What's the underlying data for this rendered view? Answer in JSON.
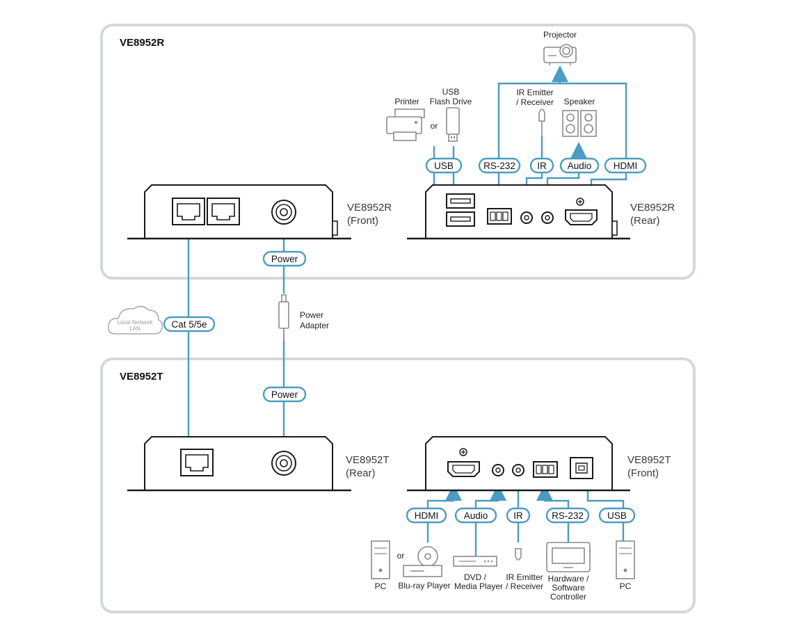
{
  "panels": {
    "receiver_title": "VE8952R",
    "transmitter_title": "VE8952T"
  },
  "device_labels": {
    "r_front_1": "VE8952R",
    "r_front_2": "(Front)",
    "r_rear_1": "VE8952R",
    "r_rear_2": "(Rear)",
    "t_rear_1": "VE8952T",
    "t_rear_2": "(Rear)",
    "t_front_1": "VE8952T",
    "t_front_2": "(Front)"
  },
  "pills": {
    "usb_top": "USB",
    "rs232_top": "RS-232",
    "ir_top": "IR",
    "audio_top": "Audio",
    "hdmi_top": "HDMI",
    "power_top": "Power",
    "cat": "Cat 5/5e",
    "power_bottom": "Power",
    "hdmi_bottom": "HDMI",
    "audio_bottom": "Audio",
    "ir_bottom": "IR",
    "rs232_bottom": "RS-232",
    "usb_bottom": "USB"
  },
  "peripherals": {
    "projector": "Projector",
    "printer": "Printer",
    "usb_flash_1": "USB",
    "usb_flash_2": "Flash Drive",
    "or_top": "or",
    "ir_top_1": "IR Emitter",
    "ir_top_2": "/ Receiver",
    "speaker": "Speaker",
    "power_adapter_1": "Power",
    "power_adapter_2": "Adapter",
    "lan_1": "Local Network",
    "lan_2": "LAN",
    "pc_left": "PC",
    "or_bottom": "or",
    "bluray": "Blu-ray Player",
    "dvd_1": "DVD /",
    "dvd_2": "Media Player",
    "ir_bottom_1": "IR Emitter",
    "ir_bottom_2": "/ Receiver",
    "controller_1": "Hardware /",
    "controller_2": "Software",
    "controller_3": "Controller",
    "pc_right": "PC"
  },
  "colors": {
    "wire": "#4a9cc0",
    "panel_border": "#d5d8d8",
    "device_stroke": "#1a1a1a"
  }
}
